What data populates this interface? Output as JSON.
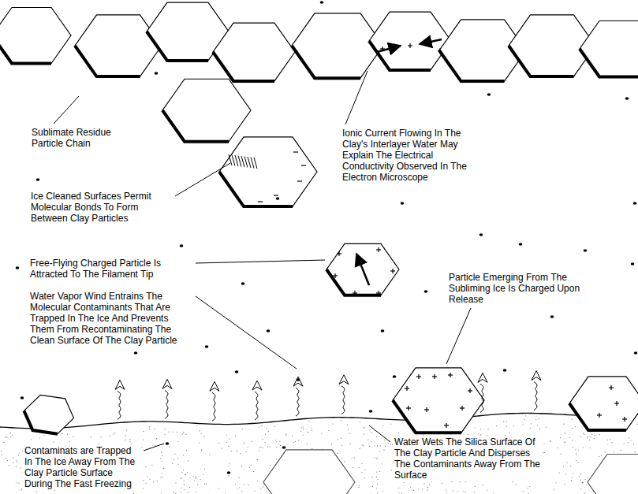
{
  "diagram": {
    "labels": [
      "Sublimate Residue Particle Chain",
      "Ionic Current Flowing In The Clay's Interlayer Water May Explain The Electrical Conductivity Observed In The Electron Microscope",
      "Ice Cleaned Surfaces Permit Molecular Bonds To Form Between Clay Particles",
      "Free-Flying Charged Particle Is Attracted To The Filament Tip",
      "Water Vapor Wind Entrains The Molecular Contaminants That Are Trapped In The Ice And Prevents Them From Recontaminating The Clean Surface Of The Clay Particle",
      "Particle Emerging From The Subliming Ice Is Charged Upon Release",
      "Contaminats are Trapped In The Ice Away From The Clay Particle Surface During The Fast Freezing",
      "Water Wets The Silica Surface Of The Clay Particle And Disperses The Contaminants Away From The Surface"
    ]
  }
}
